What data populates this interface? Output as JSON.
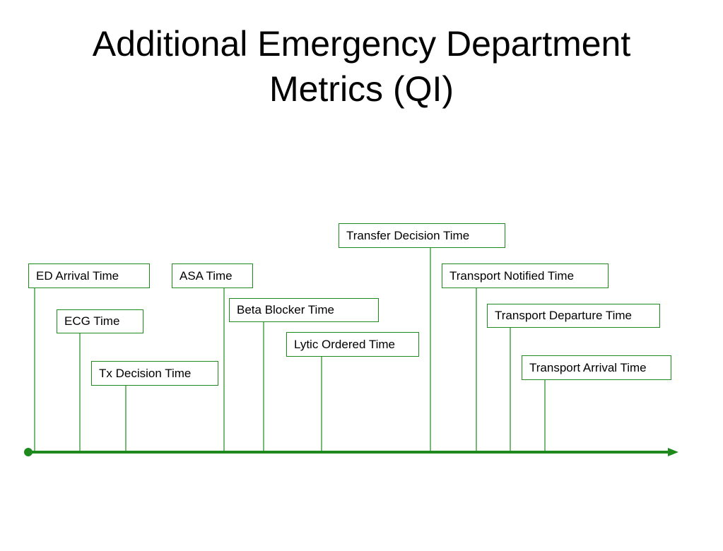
{
  "title": {
    "line1": "Additional Emergency Department",
    "line2": "Metrics (QI)"
  },
  "colors": {
    "timeline": "#1e8a1e",
    "box_border": "#1e8a1e",
    "text": "#000000"
  },
  "timeline": {
    "direction": "left-to-right",
    "events": [
      "ED Arrival Time",
      "ECG Time",
      "Tx Decision Time",
      "ASA Time",
      "Beta Blocker Time",
      "Lytic Ordered Time",
      "Transfer Decision Time",
      "Transport Notified Time",
      "Transport Departure Time",
      "Transport Arrival Time"
    ]
  }
}
